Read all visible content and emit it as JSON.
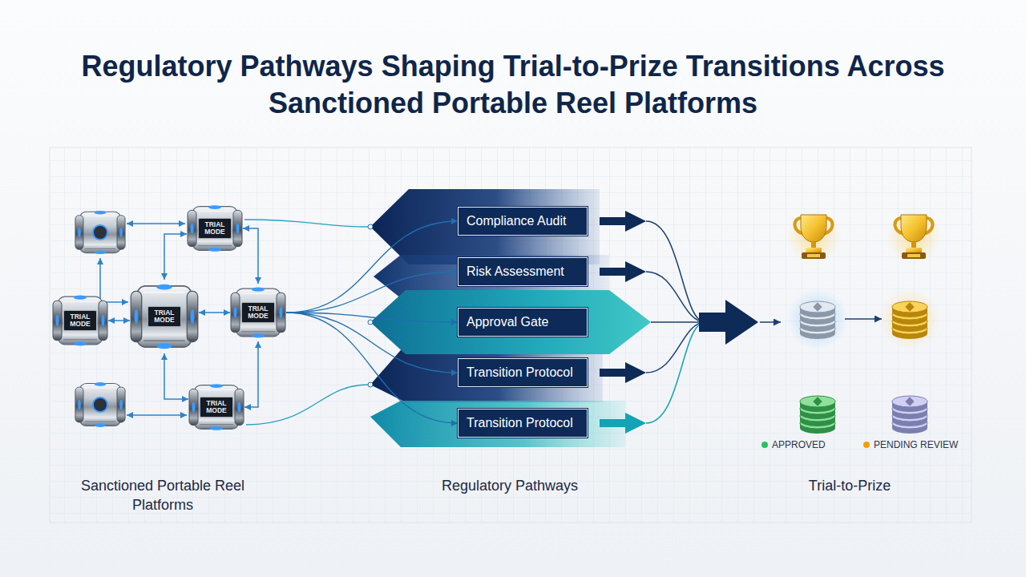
{
  "diagram": {
    "title": "Regulatory Pathways Shaping Trial-to-Prize Transitions Across Sanctioned Portable Reel Platforms",
    "nodes": [
      {
        "text": [
          "TRIAL MODE"
        ]
      },
      {
        "text": [
          "TRIAL MODE"
        ]
      },
      {
        "text": [
          "TRIAL MODE"
        ]
      },
      {
        "text": [
          "TRIAL MODE"
        ]
      },
      {
        "text": [
          "TRIAL MODE"
        ]
      },
      {
        "text": [
          "Compliance Audit"
        ]
      },
      {
        "text": [
          "Risk Assessment"
        ]
      },
      {
        "text": [
          "Approval Gate"
        ]
      },
      {
        "text": [
          "Transition Protocol"
        ]
      },
      {
        "text": [
          "Transition Protocol"
        ]
      }
    ],
    "edges": [
      {
        "from": 1,
        "to": 2,
        "arrow": "both"
      },
      {
        "from": 2,
        "to": 3,
        "arrow": "both"
      },
      {
        "from": 2,
        "to": 0,
        "arrow": "both"
      },
      {
        "from": 2,
        "to": 4,
        "arrow": "both"
      },
      {
        "from": 0,
        "to": 3,
        "arrow": "both"
      },
      {
        "from": 3,
        "to": 4,
        "arrow": "both"
      },
      {
        "from": 3,
        "to": 5,
        "arrow": "to"
      },
      {
        "from": 3,
        "to": 6,
        "arrow": "to"
      },
      {
        "from": 3,
        "to": 7,
        "arrow": "to"
      },
      {
        "from": 3,
        "to": 8,
        "arrow": "to"
      },
      {
        "from": 3,
        "to": 9,
        "arrow": "to"
      }
    ],
    "labels": [
      "Sanctioned Portable Reel Platforms",
      "Regulatory Pathways",
      "Trial-to-Prize"
    ],
    "legend": [
      {
        "text": "APPROVED",
        "color": "#22c55e"
      },
      {
        "text": "PENDING REVIEW",
        "color": "#f59e0b"
      }
    ]
  }
}
